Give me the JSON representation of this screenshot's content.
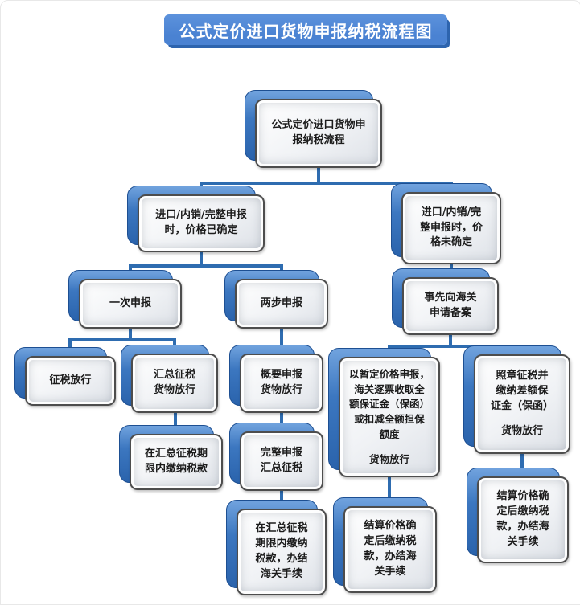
{
  "title": "公式定价进口货物申报纳税流程图",
  "nodes": {
    "root": {
      "text": "公式定价进口货物申\n报纳税流程"
    },
    "price_determined": {
      "text": "进口/内销/完整申报\n时，价格已确定"
    },
    "price_undetermined": {
      "text": "进口/内销/完\n整申报时，价\n格未确定"
    },
    "one_step": {
      "text": "一次申报"
    },
    "two_step": {
      "text": "两步申报"
    },
    "register": {
      "text": "事先向海关\n申请备案"
    },
    "tax_release": {
      "text": "征税放行"
    },
    "summary_tax_release": {
      "text": "汇总征税\n货物放行"
    },
    "outline_declare": {
      "text": "概要申报\n货物放行"
    },
    "provisional_price": {
      "text": "以暂定价格申报，\n海关逐票收取全\n额保证金（保函）\n或扣减全额担保\n额度",
      "text2": "货物放行"
    },
    "regular_tax": {
      "text": "照章征税并\n缴纳差额保\n证金（保函）",
      "text2": "货物放行"
    },
    "pay_within_deadline": {
      "text": "在汇总征税期\n限内缴纳税款"
    },
    "full_declare": {
      "text": "完整申报\n汇总征税"
    },
    "pay_deadline_complete": {
      "text": "在汇总征税\n期限内缴纳\n税款，办结\n海关手续"
    },
    "settle_pay_left": {
      "text": "结算价格确\n定后缴纳税\n款，办结海\n关手续"
    },
    "settle_pay_right": {
      "text": "结算价格确\n定后缴纳税\n款，办结海\n关手续"
    }
  },
  "colors": {
    "banner-blue": "#4a82d2",
    "banner-shadow": "#2d64ae",
    "node-blue": "#3c77c0",
    "node-blue-light": "#71a3de",
    "node-blue-dark": "#2a63ac",
    "connector-blue": "#2e6cb0",
    "border-gray": "#4d4d4d"
  }
}
